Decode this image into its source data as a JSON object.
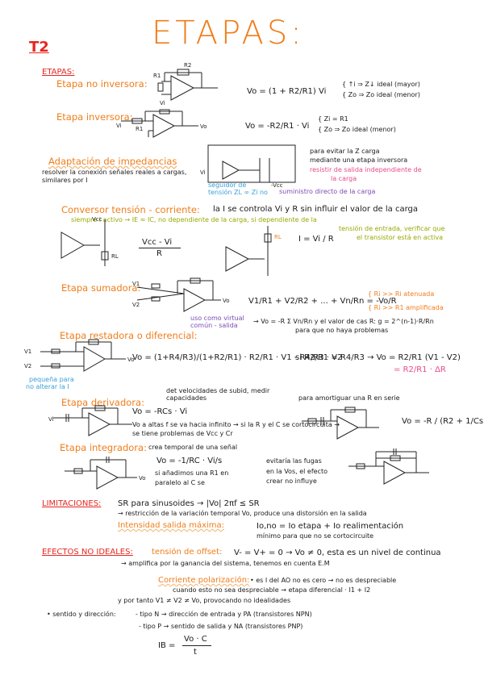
{
  "title": "ETAPAS:",
  "unit": "T2",
  "sections": {
    "etapas": "ETAPAS:",
    "limitaciones": "LIMITACIONES:",
    "efectos": "EFECTOS NO IDEALES:"
  },
  "noinv": {
    "head": "Etapa no inversora:",
    "eq": "Vo = (1 + R2/R1) Vi",
    "n1": "{ ↑i ⇒ Z↓ ideal (mayor)",
    "n2": "{ Zo ⇒ Zo ideal (menor)"
  },
  "inv": {
    "head": "Etapa inversora:",
    "eq": "Vo = -R2/R1 · Vi",
    "n1": "{ Zi = R1",
    "n2": "{ Zo ⇒ Zo ideal (menor)"
  },
  "adapt": {
    "head": "Adaptación de impedancias",
    "sub1": "resolver la conexión señales reales a cargas,",
    "sub2": "similares por I",
    "r1": "para evitar la Z carga",
    "r2": "mediante una etapa inversora",
    "r3": "resistir de salida independiente de",
    "r4": "la carga",
    "s1": "seguidor de",
    "s2": "tensión ZL ∞ Zi no",
    "s3": "suministro directo de la carga"
  },
  "conv": {
    "head": "Conversor tensión - corriente:",
    "desc": "la I se controla Vi y R sin influir el valor de la carga",
    "green": "siempre I activo → IE ≈ IC, no dependiente de la carga, si dependiente de la",
    "green2": "tensión de entrada, verificar que",
    "green3": "el transistor está en activa",
    "eq1": "Vcc - Vi",
    "eq1d": "R",
    "eq2": "I = Vi / R"
  },
  "sum": {
    "head": "Etapa sumadora:",
    "eq": "V1/R1 + V2/R2 + ... + Vn/Rn = -Vo/R",
    "n1": "{ Ri >> Ri atenuada",
    "n2": "{ Ri >> R1 amplificada",
    "virt": "uso como virtual",
    "virt2": "común - salida",
    "ln1": "→ Vo = -R Σ Vn/Rn y el valor de cas R: g = 2^(n-1)·R/Rn",
    "ln2": "para que no haya problemas"
  },
  "dif": {
    "head": "Etapa restadora o diferencial:",
    "eq": "Vo = (1+R4/R3)/(1+R2/R1) · R2/R1 · V1 - R4/R3 · V2",
    "cond": "si R2/R1 = R4/R3 → Vo = R2/R1 (V1 - V2)",
    "cond2": "= R2/R1 · ΔR",
    "n1": "pequeña para",
    "n2": "no alterar la I"
  },
  "der": {
    "head": "Etapa derivadora:",
    "note": "det velocidades de subid, medir capacidades",
    "eq": "Vo = -RCs · Vi",
    "ln1": "Vo a altas f se va hacia infinito → si la R y el C se cortocircuita → se tiene problemas de Vcc y Cr",
    "right": "para amortiguar una R en serie",
    "eq2": "Vo = -R / (R2 + 1/Cs) · Vi"
  },
  "int": {
    "head": "Etapa integradora:",
    "note": "crea temporal de una señal",
    "eq": "Vo = -1/RC · Vi/s",
    "ln1": "si añadimos una R1 en",
    "ln2": "paralelo al C se",
    "ln3": "evitaría las fugas",
    "ln4": "en la Vos, el efecto",
    "ln5": "crear no influye"
  },
  "lim": {
    "sr": "SR para sinusoides → |Vo| 2πf ≤ SR",
    "sr2": "→ restricción de la variación temporal Vo, produce una distorsión en la salida",
    "imax": "Intensidad salida máxima:",
    "imax_eq": "Io,no = Io etapa + Io realimentación",
    "imax_n": "mínimo para que no se cortocircuite"
  },
  "efe": {
    "offset": "tensión de offset:",
    "off_eq": "V- = V+ = 0 → Vo ≠ 0, esta es un nivel de continua",
    "off2": "→ amplifica por la ganancia del sistema, tenemos en cuenta E.M",
    "pol": "Corriente polarización:",
    "pol_eq": "• es I del AO no es cero → no es despreciable",
    "pol2": "cuando esto no sea despreciable → etapa diferencial · I1 + I2",
    "pol3": "y por tanto V1 ≠ V2 ≠ Vo, provocando no idealidades",
    "sal": "• sentido y dirección:",
    "tipoN": "- tipo N → dirección de entrada y PA (transistores NPN)",
    "tipoP": "- tipo P → sentido de salida y NA (transistores PNP)",
    "eq_n": "Vo · C",
    "eq_d": "t",
    "eq_l": "IB ="
  }
}
